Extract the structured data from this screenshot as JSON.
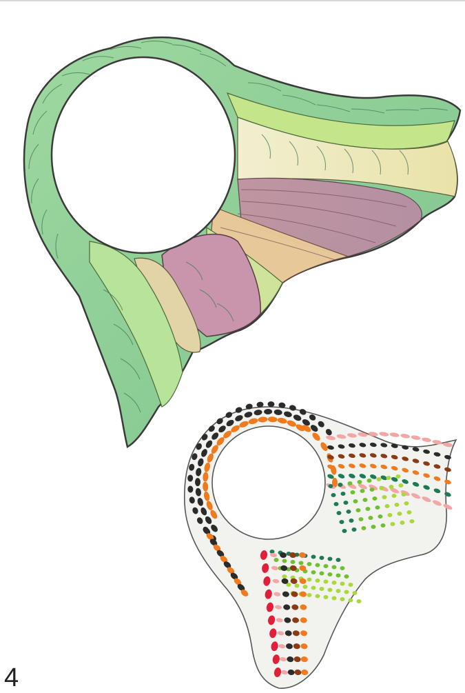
{
  "page_number": "4",
  "palette": {
    "outline": "#3a3a3a",
    "green_dark": "#8fcf98",
    "green_mid": "#a9dc8f",
    "green_lime": "#c8e88c",
    "cream": "#ece9b8",
    "tan": "#e6c99a",
    "mauve": "#c08aa8",
    "mauve_soft": "#c9a1b6",
    "diagram_fill": "#f2f2ee",
    "dot_black": "#2b2b2b",
    "dot_orange": "#f07a1e",
    "dot_brown": "#8a3b14",
    "dot_teal": "#1e7a55",
    "dot_green": "#6ec12e",
    "dot_lime": "#a8d83a",
    "dot_pink": "#f2a7a7",
    "dot_red": "#e0203a"
  },
  "figures": {
    "upper": {
      "name": "leaf-ring-illustration"
    },
    "lower": {
      "name": "dot-pattern-diagram"
    }
  }
}
